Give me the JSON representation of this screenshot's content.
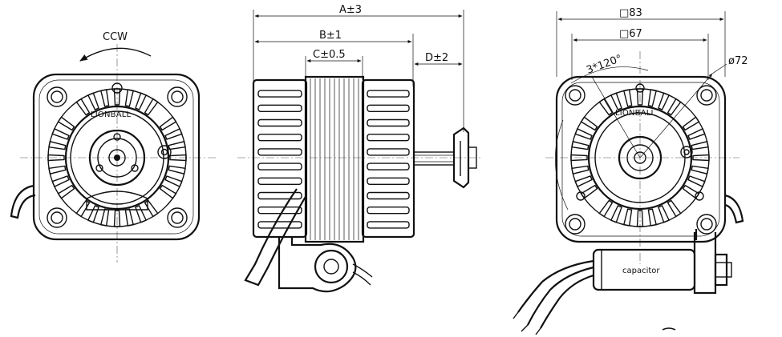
{
  "labels": {
    "rotation": "CCW",
    "brand_front": "LIONBALL",
    "brand_rear": "LIONBALL",
    "capacitor": "capacitor"
  },
  "dimensions": {
    "a": "A±3",
    "b": "B±1",
    "c": "C±0.5",
    "d": "D±2",
    "square_outer": "□83",
    "square_inner": "□67",
    "angle": "3*120°",
    "diameter": "ø72"
  }
}
